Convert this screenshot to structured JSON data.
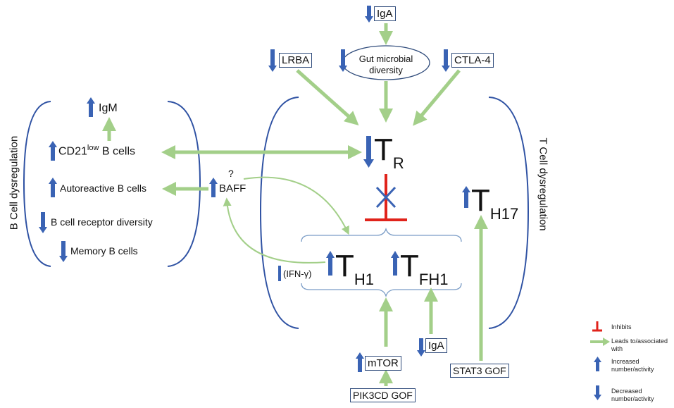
{
  "colors": {
    "arrow": "#a3cf89",
    "up_down": "#3a63b4",
    "inhibit": "#e0231b",
    "bracket": "#2f52a3"
  },
  "top": {
    "iga": "IgA",
    "lrba": "LRBA",
    "gut_line1": "Gut microbial",
    "gut_line2": "diversity",
    "ctla4": "CTLA-4"
  },
  "b_cell": {
    "title": "B Cell dysregulation",
    "igm": "IgM",
    "cd21_pre": "CD21",
    "cd21_sup": "low",
    "cd21_post": " B cells",
    "autoreactive": "Autoreactive B cells",
    "bcr_diversity": "B cell receptor diversity",
    "memory": "Memory B cells"
  },
  "baff": {
    "label": "BAFF",
    "question": "?"
  },
  "t_cell": {
    "title": "T Cell dysregulation",
    "tr_main": "T",
    "tr_sub": "R",
    "th17_main": "T",
    "th17_sub": "H17",
    "th1_main": "T",
    "th1_sub": "H1",
    "tfh1_main": "T",
    "tfh1_sub": "FH1",
    "ifn": "(IFN-γ)"
  },
  "bottom": {
    "iga": "IgA",
    "mtor": "mTOR",
    "pik3cd": "PIK3CD GOF",
    "stat3": "STAT3 GOF"
  },
  "legend": {
    "inhibits": "Inhibits",
    "leads_line1": "Leads to/associated",
    "leads_line2": "with",
    "increased_line1": "Increased",
    "increased_line2": "number/activity",
    "decreased_line1": "Decreased",
    "decreased_line2": "number/activity"
  },
  "icons": [
    "up-arrow-icon",
    "down-arrow-icon",
    "inhibit-icon",
    "leads-to-arrow-icon"
  ]
}
